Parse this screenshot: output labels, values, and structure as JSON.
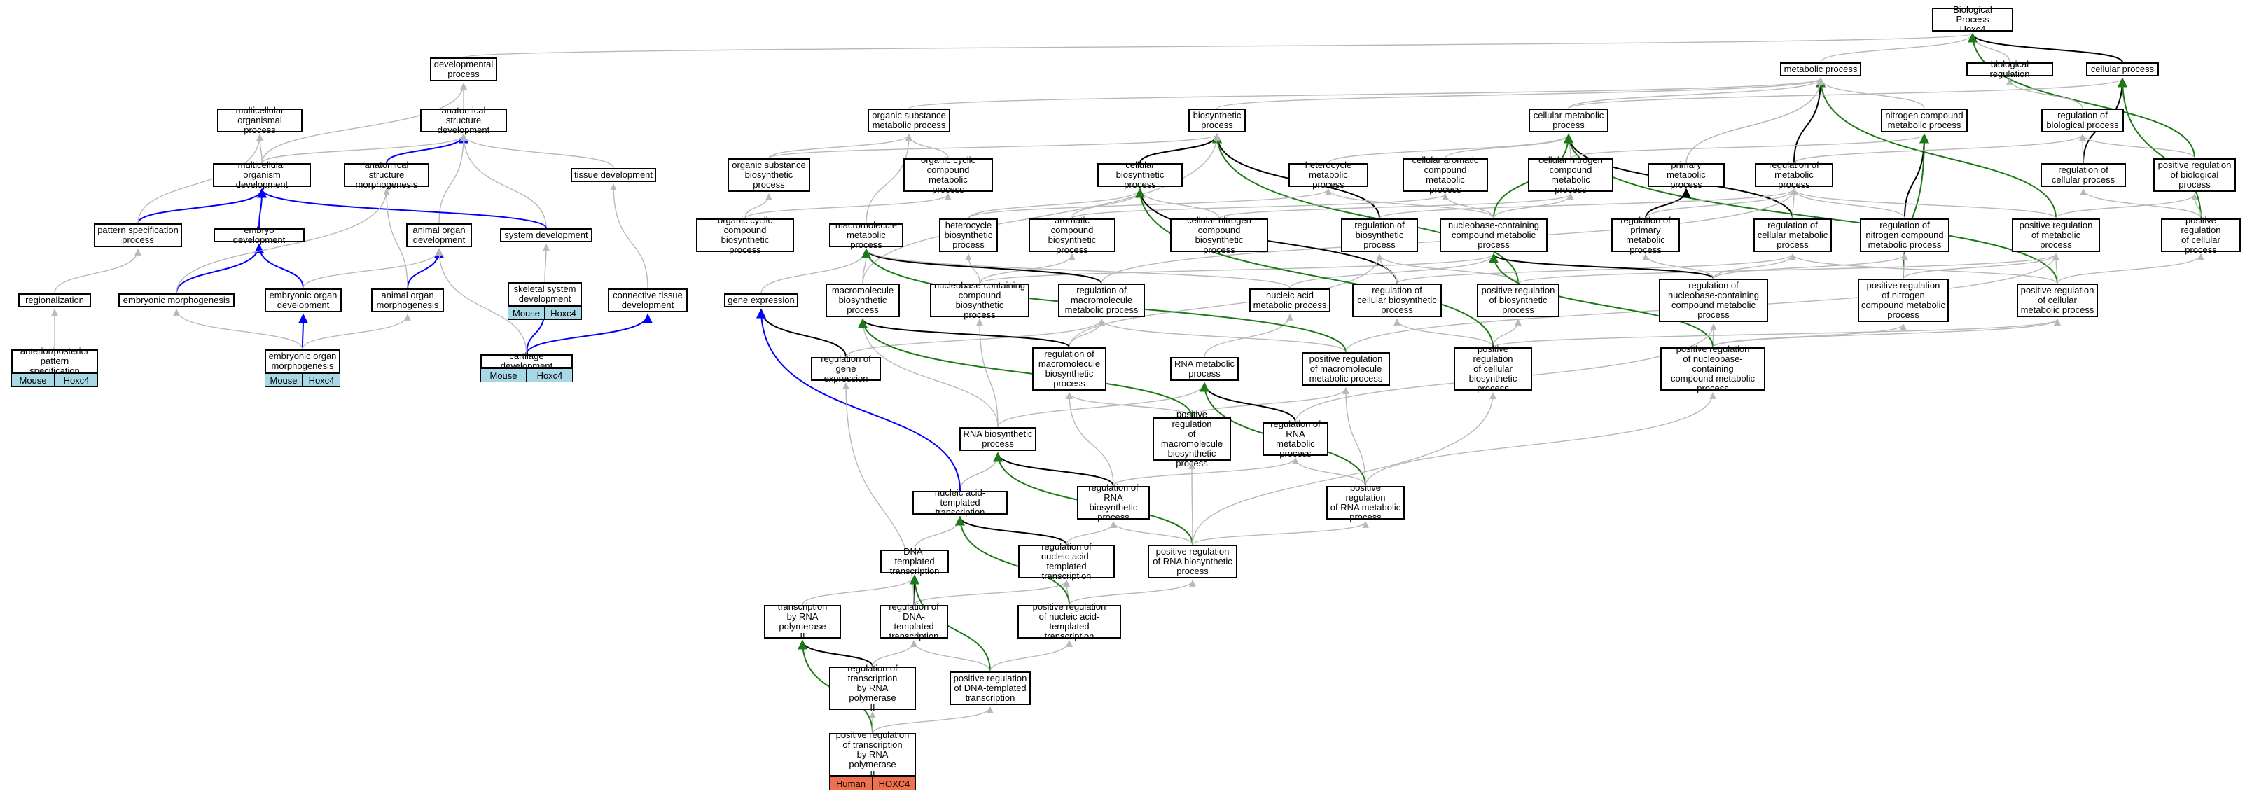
{
  "colors": {
    "grey": "#b8b8b8",
    "black": "#000000",
    "blue": "#0000ff",
    "green": "#1a7a14",
    "mouse": "#a8d8e6",
    "human": "#f0704e"
  },
  "nodes": {
    "bp": "Biological Process\nHoxc4",
    "metabolic": "metabolic process",
    "bioreg": "biological regulation",
    "cellular": "cellular process",
    "devproc": "developmental\nprocess",
    "orgsub_met": "organic substance\nmetabolic process",
    "biosyn": "biosynthetic\nprocess",
    "cellmet": "cellular metabolic\nprocess",
    "nitmet": "nitrogen compound\nmetabolic process",
    "regbio": "regulation of\nbiological process",
    "multiorg": "multicellular\norganismal process",
    "anatdev": "anatomical structure\ndevelopment",
    "multidev": "multicellular\norganism development",
    "anatmorph": "anatomical structure\nmorphogenesis",
    "tissuedev": "tissue development",
    "orgsub_bio": "organic substance\nbiosynthetic\nprocess",
    "orgcyc_met": "organic cyclic\ncompound metabolic\nprocess",
    "cellbio": "cellular biosynthetic\nprocess",
    "hetmet": "heterocycle\nmetabolic process",
    "cellarom": "cellular aromatic\ncompound metabolic\nprocess",
    "cellnitmet": "cellular nitrogen\ncompound metabolic\nprocess",
    "primmet": "primary metabolic\nprocess",
    "regmet": "regulation of\nmetabolic process",
    "regcell": "regulation of\ncellular process",
    "posregbio": "positive regulation\nof biological\nprocess",
    "patspec": "pattern specification\nprocess",
    "embdev": "embryo development",
    "animorgdev": "animal organ\ndevelopment",
    "sysdev": "system development",
    "orgcyc_bio": "organic cyclic\ncompound biosynthetic\nprocess",
    "macromet": "macromolecule\nmetabolic process",
    "hetbio": "heterocycle\nbiosynthetic\nprocess",
    "arombio": "aromatic compound\nbiosynthetic\nprocess",
    "cellnitbio": "cellular nitrogen\ncompound biosynthetic\nprocess",
    "regbiosyn": "regulation of\nbiosynthetic\nprocess",
    "nucmet": "nucleobase-containing\ncompound metabolic\nprocess",
    "regprim": "regulation of\nprimary metabolic\nprocess",
    "regcellmet": "regulation of\ncellular metabolic\nprocess",
    "regnitmet": "regulation of\nnitrogen compound\nmetabolic process",
    "posregmet": "positive regulation\nof metabolic\nprocess",
    "posregcell": "positive regulation\nof cellular\nprocess",
    "regional": "regionalization",
    "embmorph": "embryonic morphogenesis",
    "emborgdev": "embryonic organ\ndevelopment",
    "animorgmorph": "animal organ\nmorphogenesis",
    "skeldev": "skeletal system\ndevelopment",
    "conndev": "connective tissue\ndevelopment",
    "geneexp": "gene expression",
    "macrobio": "macromolecule\nbiosynthetic\nprocess",
    "nucbio": "nucleobase-containing\ncompound biosynthetic\nprocess",
    "regmacromet": "regulation of\nmacromolecule\nmetabolic process",
    "nucacmet": "nucleic acid\nmetabolic process",
    "regcellbio": "regulation of\ncellular biosynthetic\nprocess",
    "posregbiosyn": "positive regulation\nof biosynthetic\nprocess",
    "regnucmet": "regulation of\nnucleobase-containing\ncompound metabolic\nprocess",
    "posregnit": "positive regulation\nof nitrogen\ncompound metabolic\nprocess",
    "posregcellmet": "positive regulation\nof cellular\nmetabolic process",
    "antpost": "anterior/posterior\npattern specification",
    "embrorgmorph": "embryonic organ\nmorphogenesis",
    "cartdev": "cartilage development",
    "reggeneexp": "regulation of\ngene expression",
    "regmacrobio": "regulation of\nmacromolecule\nbiosynthetic\nprocess",
    "rnamet": "RNA metabolic\nprocess",
    "posregmacromet": "positive regulation\nof macromolecule\nmetabolic process",
    "posregcellbio": "positive regulation\nof cellular\nbiosynthetic\nprocess",
    "posregnuc": "positive regulation\nof nucleobase-containing\ncompound metabolic\nprocess",
    "rnabio": "RNA biosynthetic\nprocess",
    "posregmacrobio": "positive regulation\nof macromolecule\nbiosynthetic\nprocess",
    "regrnamet": "regulation of\nRNA metabolic\nprocess",
    "nuctrans": "nucleic acid-templated\ntranscription",
    "regrnabio": "regulation of\nRNA biosynthetic\nprocess",
    "posregrnamet": "positive regulation\nof RNA metabolic\nprocess",
    "dnatrans": "DNA-templated\ntranscription",
    "regnuctrans": "regulation of\nnucleic acid-templated\ntranscription",
    "posregrnabio": "positive regulation\nof RNA biosynthetic\nprocess",
    "transpol2": "transcription\nby RNA polymerase\nII",
    "regdnatrans": "regulation of\nDNA-templated\ntranscription",
    "posregnuctrans": "positive regulation\nof nucleic acid-templated\ntranscription",
    "regtranspol2": "regulation of\ntranscription\nby RNA polymerase\nII",
    "posregdnatrans": "positive regulation\nof DNA-templated\ntranscription",
    "posregtranspol2": "positive regulation\nof transcription\nby RNA polymerase\nII"
  },
  "annotations": {
    "antpost": {
      "species": "Mouse",
      "gene": "Hoxc4",
      "kind": "mouse"
    },
    "embrorgmorph": {
      "species": "Mouse",
      "gene": "Hoxc4",
      "kind": "mouse"
    },
    "skeldev": {
      "species": "Mouse",
      "gene": "Hoxc4",
      "kind": "mouse"
    },
    "cartdev": {
      "species": "Mouse",
      "gene": "Hoxc4",
      "kind": "mouse"
    },
    "posregtranspol2": {
      "species": "Human",
      "gene": "HOXC4",
      "kind": "human"
    }
  },
  "edges": [
    [
      "metabolic",
      "bp",
      "grey"
    ],
    [
      "bioreg",
      "bp",
      "grey"
    ],
    [
      "cellular",
      "bp",
      "black"
    ],
    [
      "devproc",
      "bp",
      "grey"
    ],
    [
      "posregbio",
      "bp",
      "green"
    ],
    [
      "orgsub_met",
      "metabolic",
      "grey"
    ],
    [
      "cellmet",
      "metabolic",
      "grey"
    ],
    [
      "nitmet",
      "metabolic",
      "grey"
    ],
    [
      "primmet",
      "metabolic",
      "grey"
    ],
    [
      "regmet",
      "metabolic",
      "black"
    ],
    [
      "posregmet",
      "metabolic",
      "green"
    ],
    [
      "cellmet",
      "cellular",
      "grey"
    ],
    [
      "regcell",
      "cellular",
      "black"
    ],
    [
      "posregcell",
      "cellular",
      "green"
    ],
    [
      "regbio",
      "bioreg",
      "grey"
    ],
    [
      "anatdev",
      "devproc",
      "grey"
    ],
    [
      "multidev",
      "devproc",
      "grey"
    ],
    [
      "biosyn",
      "metabolic",
      "grey"
    ],
    [
      "cellbio",
      "biosyn",
      "black"
    ],
    [
      "orgsub_bio",
      "biosyn",
      "grey"
    ],
    [
      "regbiosyn",
      "biosyn",
      "black"
    ],
    [
      "posregbiosyn",
      "biosyn",
      "green"
    ],
    [
      "cellarom",
      "cellmet",
      "grey"
    ],
    [
      "cellnitmet",
      "cellmet",
      "grey"
    ],
    [
      "regcellmet",
      "cellmet",
      "black"
    ],
    [
      "posregcellmet",
      "cellmet",
      "green"
    ],
    [
      "cellnitmet",
      "nitmet",
      "grey"
    ],
    [
      "regnitmet",
      "nitmet",
      "black"
    ],
    [
      "posregnit",
      "nitmet",
      "green"
    ],
    [
      "regmet",
      "regbio",
      "grey"
    ],
    [
      "regcell",
      "regbio",
      "grey"
    ],
    [
      "posregbio",
      "regbio",
      "grey"
    ],
    [
      "posregcell",
      "regcell",
      "grey"
    ],
    [
      "posregcell",
      "posregbio",
      "grey"
    ],
    [
      "posregmet",
      "posregbio",
      "grey"
    ],
    [
      "multidev",
      "multiorg",
      "grey"
    ],
    [
      "anatmorph",
      "anatdev",
      "blue"
    ],
    [
      "animorgdev",
      "anatdev",
      "grey"
    ],
    [
      "tissuedev",
      "anatdev",
      "grey"
    ],
    [
      "sysdev",
      "anatdev",
      "grey"
    ],
    [
      "multidev",
      "anatdev",
      "grey"
    ],
    [
      "patspec",
      "multidev",
      "blue"
    ],
    [
      "embdev",
      "multidev",
      "blue"
    ],
    [
      "sysdev",
      "multidev",
      "blue"
    ],
    [
      "patspec",
      "multiorg",
      "grey"
    ],
    [
      "orgsub_bio",
      "orgsub_met",
      "grey"
    ],
    [
      "orgcyc_met",
      "orgsub_met",
      "grey"
    ],
    [
      "macromet",
      "orgsub_met",
      "grey"
    ],
    [
      "orgcyc_bio",
      "orgcyc_met",
      "grey"
    ],
    [
      "orgcyc_bio",
      "orgsub_bio",
      "grey"
    ],
    [
      "hetmet",
      "cellmet",
      "grey"
    ],
    [
      "hetbio",
      "hetmet",
      "grey"
    ],
    [
      "arombio",
      "cellarom",
      "grey"
    ],
    [
      "cellnitbio",
      "cellnitmet",
      "grey"
    ],
    [
      "cellnitbio",
      "cellbio",
      "grey"
    ],
    [
      "hetbio",
      "cellbio",
      "grey"
    ],
    [
      "arombio",
      "cellbio",
      "grey"
    ],
    [
      "primmet",
      "metabolic",
      "grey"
    ],
    [
      "regprim",
      "primmet",
      "black"
    ],
    [
      "regprim",
      "regmet",
      "grey"
    ],
    [
      "regcellmet",
      "regmet",
      "grey"
    ],
    [
      "regnitmet",
      "regmet",
      "grey"
    ],
    [
      "posregmet",
      "regmet",
      "grey"
    ],
    [
      "regbiosyn",
      "regmet",
      "grey"
    ],
    [
      "nucmet",
      "cellmet",
      "green"
    ],
    [
      "nucmet",
      "hetmet",
      "grey"
    ],
    [
      "nucmet",
      "cellarom",
      "grey"
    ],
    [
      "nucmet",
      "cellnitmet",
      "grey"
    ],
    [
      "regional",
      "patspec",
      "grey"
    ],
    [
      "embmorph",
      "embdev",
      "blue"
    ],
    [
      "emborgdev",
      "embdev",
      "blue"
    ],
    [
      "emborgdev",
      "animorgdev",
      "grey"
    ],
    [
      "animorgmorph",
      "animorgdev",
      "blue"
    ],
    [
      "animorgmorph",
      "anatmorph",
      "grey"
    ],
    [
      "embmorph",
      "anatmorph",
      "grey"
    ],
    [
      "skeldev",
      "sysdev",
      "grey"
    ],
    [
      "conndev",
      "tissuedev",
      "grey"
    ],
    [
      "macrobio",
      "macromet",
      "grey"
    ],
    [
      "macrobio",
      "biosyn",
      "grey"
    ],
    [
      "geneexp",
      "macromet",
      "grey"
    ],
    [
      "nucbio",
      "nucmet",
      "grey"
    ],
    [
      "nucbio",
      "hetbio",
      "grey"
    ],
    [
      "nucbio",
      "arombio",
      "grey"
    ],
    [
      "regmacromet",
      "macromet",
      "black"
    ],
    [
      "regmacromet",
      "regmet",
      "grey"
    ],
    [
      "nucacmet",
      "nucmet",
      "grey"
    ],
    [
      "nucacmet",
      "macromet",
      "grey"
    ],
    [
      "regcellbio",
      "cellbio",
      "black"
    ],
    [
      "regcellbio",
      "regbiosyn",
      "grey"
    ],
    [
      "regcellbio",
      "regcellmet",
      "grey"
    ],
    [
      "posregbiosyn",
      "regbiosyn",
      "grey"
    ],
    [
      "posregbiosyn",
      "posregmet",
      "grey"
    ],
    [
      "regnucmet",
      "nucmet",
      "black"
    ],
    [
      "regnucmet",
      "regcellmet",
      "grey"
    ],
    [
      "regnucmet",
      "regprim",
      "grey"
    ],
    [
      "regnucmet",
      "regnitmet",
      "grey"
    ],
    [
      "posregnit",
      "regnitmet",
      "grey"
    ],
    [
      "posregnit",
      "posregmet",
      "grey"
    ],
    [
      "posregcellmet",
      "regcellmet",
      "grey"
    ],
    [
      "posregcellmet",
      "posregmet",
      "grey"
    ],
    [
      "posregcellmet",
      "posregcell",
      "grey"
    ],
    [
      "antpost",
      "regional",
      "grey"
    ],
    [
      "embrorgmorph",
      "emborgdev",
      "blue"
    ],
    [
      "embrorgmorph",
      "embmorph",
      "grey"
    ],
    [
      "embrorgmorph",
      "animorgmorph",
      "grey"
    ],
    [
      "cartdev",
      "skeldev",
      "blue"
    ],
    [
      "cartdev",
      "conndev",
      "blue"
    ],
    [
      "cartdev",
      "animorgdev",
      "grey"
    ],
    [
      "reggeneexp",
      "geneexp",
      "black"
    ],
    [
      "reggeneexp",
      "regmacromet",
      "grey"
    ],
    [
      "regmacrobio",
      "macrobio",
      "black"
    ],
    [
      "regmacrobio",
      "regmacromet",
      "grey"
    ],
    [
      "regmacrobio",
      "regbiosyn",
      "grey"
    ],
    [
      "rnamet",
      "nucacmet",
      "grey"
    ],
    [
      "posregmacromet",
      "regmacromet",
      "grey"
    ],
    [
      "posregmacromet",
      "macromet",
      "green"
    ],
    [
      "posregmacromet",
      "posregmet",
      "grey"
    ],
    [
      "posregcellbio",
      "regcellbio",
      "grey"
    ],
    [
      "posregcellbio",
      "posregbiosyn",
      "grey"
    ],
    [
      "posregcellbio",
      "posregcellmet",
      "grey"
    ],
    [
      "posregcellbio",
      "cellbio",
      "green"
    ],
    [
      "posregnuc",
      "regnucmet",
      "grey"
    ],
    [
      "posregnuc",
      "nucmet",
      "green"
    ],
    [
      "posregnuc",
      "posregnit",
      "grey"
    ],
    [
      "posregnuc",
      "posregcellmet",
      "grey"
    ],
    [
      "rnabio",
      "rnamet",
      "grey"
    ],
    [
      "rnabio",
      "nucbio",
      "grey"
    ],
    [
      "rnabio",
      "macrobio",
      "grey"
    ],
    [
      "posregmacrobio",
      "regmacrobio",
      "grey"
    ],
    [
      "posregmacrobio",
      "posregmacromet",
      "grey"
    ],
    [
      "posregmacrobio",
      "macrobio",
      "green"
    ],
    [
      "regrnamet",
      "rnamet",
      "black"
    ],
    [
      "regrnamet",
      "regnucmet",
      "grey"
    ],
    [
      "nuctrans",
      "rnabio",
      "grey"
    ],
    [
      "nuctrans",
      "geneexp",
      "blue"
    ],
    [
      "regrnabio",
      "rnabio",
      "black"
    ],
    [
      "regrnabio",
      "regrnamet",
      "grey"
    ],
    [
      "regrnabio",
      "regmacrobio",
      "grey"
    ],
    [
      "posregrnamet",
      "regrnamet",
      "grey"
    ],
    [
      "posregrnamet",
      "rnamet",
      "green"
    ],
    [
      "posregrnamet",
      "posregnuc",
      "grey"
    ],
    [
      "posregrnamet",
      "posregmacromet",
      "grey"
    ],
    [
      "dnatrans",
      "nuctrans",
      "grey"
    ],
    [
      "regnuctrans",
      "nuctrans",
      "black"
    ],
    [
      "regnuctrans",
      "regrnabio",
      "grey"
    ],
    [
      "posregrnabio",
      "regrnabio",
      "grey"
    ],
    [
      "posregrnabio",
      "posregrnamet",
      "grey"
    ],
    [
      "posregrnabio",
      "rnabio",
      "green"
    ],
    [
      "posregrnabio",
      "posregmacrobio",
      "grey"
    ],
    [
      "posregrnabio",
      "posregcellbio",
      "grey"
    ],
    [
      "transpol2",
      "dnatrans",
      "grey"
    ],
    [
      "regdnatrans",
      "dnatrans",
      "black"
    ],
    [
      "regdnatrans",
      "regnuctrans",
      "grey"
    ],
    [
      "regdnatrans",
      "reggeneexp",
      "grey"
    ],
    [
      "posregnuctrans",
      "regnuctrans",
      "grey"
    ],
    [
      "posregnuctrans",
      "nuctrans",
      "green"
    ],
    [
      "posregnuctrans",
      "posregrnabio",
      "grey"
    ],
    [
      "regtranspol2",
      "transpol2",
      "black"
    ],
    [
      "regtranspol2",
      "regdnatrans",
      "grey"
    ],
    [
      "posregdnatrans",
      "regdnatrans",
      "grey"
    ],
    [
      "posregdnatrans",
      "dnatrans",
      "green"
    ],
    [
      "posregdnatrans",
      "posregnuctrans",
      "grey"
    ],
    [
      "posregtranspol2",
      "transpol2",
      "green"
    ],
    [
      "posregtranspol2",
      "regtranspol2",
      "grey"
    ],
    [
      "posregtranspol2",
      "posregdnatrans",
      "grey"
    ]
  ]
}
